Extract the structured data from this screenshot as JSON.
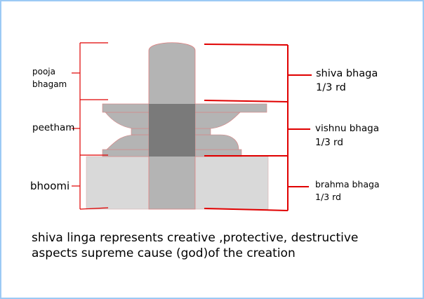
{
  "labels_left": {
    "pooja": "pooja",
    "bhagam": "bhagam",
    "peetham": "peetham",
    "bhoomi": "bhoomi"
  },
  "labels_right": {
    "shiva": "shiva bhaga",
    "shiva_frac": "1/3 rd",
    "vishnu": "vishnu bhaga",
    "vishnu_frac": "1/3 rd",
    "brahma": "brahma bhaga",
    "brahma_frac": "1/3 rd"
  },
  "caption": {
    "line1": "shiva linga represents creative ,protective, destructive",
    "line2": "aspects supreme cause (god)of the creation"
  },
  "colors": {
    "frame_border": "#9ccaf5",
    "bracket_red": "#e00000",
    "linga_gray": "#b4b4b4",
    "overlap_gray": "#7a7a7a",
    "base_gray": "#d9d9d9"
  }
}
